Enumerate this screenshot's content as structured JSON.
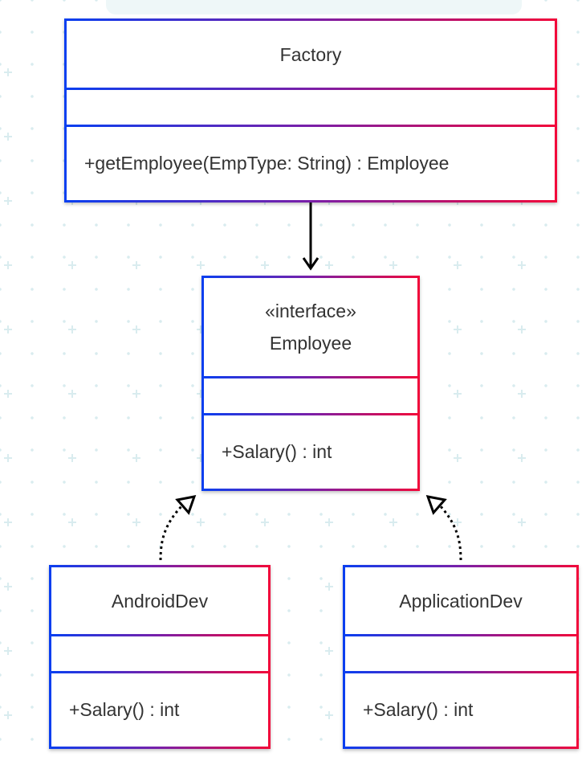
{
  "diagram": {
    "classes": {
      "factory": {
        "name": "Factory",
        "methods": [
          "+getEmployee(EmpType: String) : Employee"
        ]
      },
      "employee": {
        "stereotype": "«interface»",
        "name": "Employee",
        "methods": [
          "+Salary() : int"
        ]
      },
      "android_dev": {
        "name": "AndroidDev",
        "methods": [
          "+Salary() : int"
        ]
      },
      "application_dev": {
        "name": "ApplicationDev",
        "methods": [
          "+Salary() : int"
        ]
      }
    },
    "relations": [
      {
        "from": "Factory",
        "to": "Employee",
        "type": "association"
      },
      {
        "from": "AndroidDev",
        "to": "Employee",
        "type": "realization"
      },
      {
        "from": "ApplicationDev",
        "to": "Employee",
        "type": "realization"
      }
    ],
    "colors": {
      "border_start": "#0a3ff0",
      "border_mid": "#7a1fa8",
      "border_end": "#f2073a",
      "text": "#333333",
      "grid_dot": "#d9ecef"
    }
  }
}
